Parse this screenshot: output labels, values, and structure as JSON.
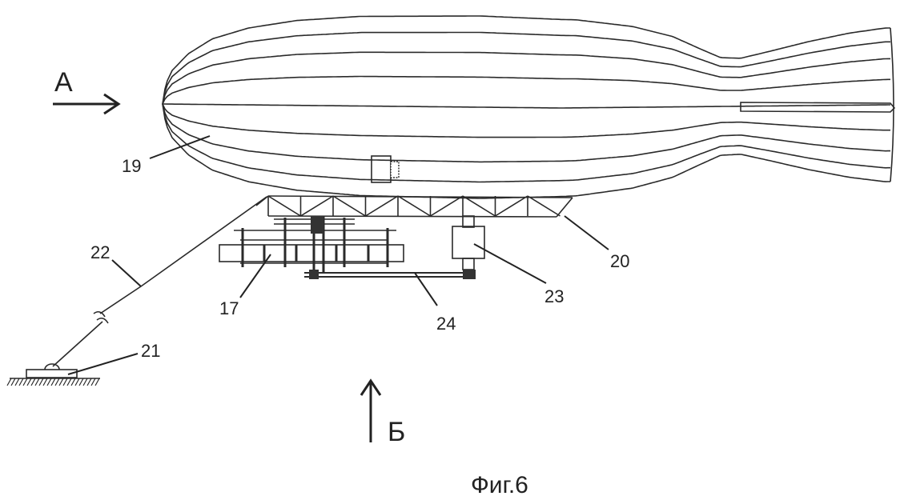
{
  "figure": {
    "caption": "Фиг.6",
    "view_arrows": {
      "a": "А",
      "b": "Б"
    },
    "callouts": {
      "airship": "19",
      "truss": "20",
      "anchor": "21",
      "tether": "22",
      "motor": "23",
      "drive_shaft": "24",
      "rotor_assembly": "17"
    }
  }
}
